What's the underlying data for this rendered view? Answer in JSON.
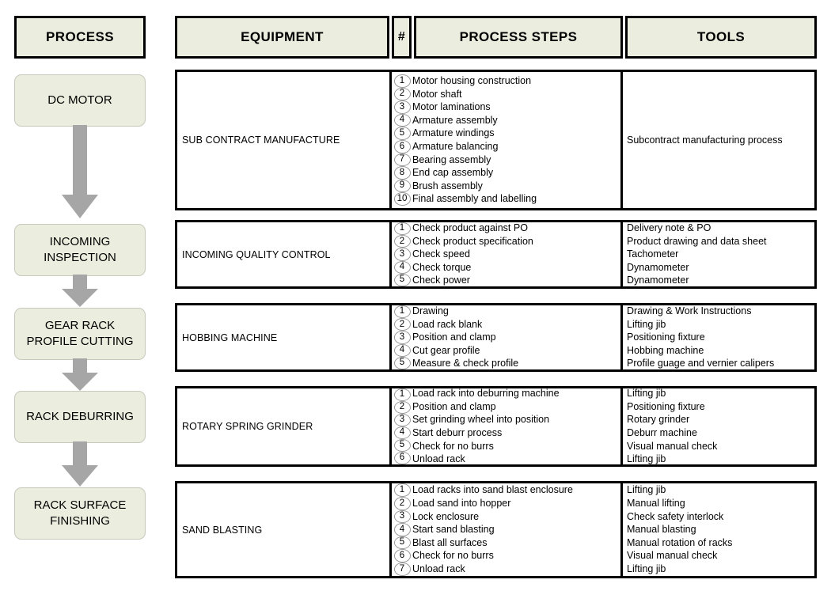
{
  "headers": {
    "process": "PROCESS",
    "equipment": "EQUIPMENT",
    "hash": "#",
    "process_steps": "PROCESS STEPS",
    "tools": "TOOLS"
  },
  "colors": {
    "header_fill": "#EBEEDE",
    "box_fill": "#EBEEDE",
    "box_border": "#C6C9BC",
    "arrow_fill": "#A6A6A6",
    "table_border": "#000000",
    "circle_border": "#9A9A9A"
  },
  "process_flow": {
    "boxes": [
      {
        "label": "DC MOTOR"
      },
      {
        "label": "INCOMING\nINSPECTION"
      },
      {
        "label": "GEAR RACK\nPROFILE CUTTING"
      },
      {
        "label": "RACK DEBURRING"
      },
      {
        "label": "RACK SURFACE\nFINISHING"
      }
    ],
    "arrow_count": 4,
    "arrow_icon": "down-block-arrow-icon"
  },
  "rows": [
    {
      "equipment": "SUB CONTRACT MANUFACTURE",
      "steps": [
        {
          "n": "1",
          "text": "Motor housing construction"
        },
        {
          "n": "2",
          "text": "Motor shaft"
        },
        {
          "n": "3",
          "text": "Motor laminations"
        },
        {
          "n": "4",
          "text": "Armature assembly"
        },
        {
          "n": "5",
          "text": "Armature windings"
        },
        {
          "n": "6",
          "text": "Armature balancing"
        },
        {
          "n": "7",
          "text": "Bearing assembly"
        },
        {
          "n": "8",
          "text": "End cap assembly"
        },
        {
          "n": "9",
          "text": "Brush assembly"
        },
        {
          "n": "10",
          "text": "Final assembly and labelling"
        }
      ],
      "tools": [
        "Subcontract manufacturing process"
      ],
      "tools_centered": true
    },
    {
      "equipment": "INCOMING QUALITY CONTROL",
      "steps": [
        {
          "n": "1",
          "text": "Check product against PO"
        },
        {
          "n": "2",
          "text": "Check product specification"
        },
        {
          "n": "3",
          "text": "Check speed"
        },
        {
          "n": "4",
          "text": "Check torque"
        },
        {
          "n": "5",
          "text": "Check power"
        }
      ],
      "tools": [
        "Delivery note & PO",
        "Product drawing and data sheet",
        "Tachometer",
        "Dynamometer",
        "Dynamometer"
      ],
      "tools_centered": false
    },
    {
      "equipment": "HOBBING MACHINE",
      "steps": [
        {
          "n": "1",
          "text": "Drawing"
        },
        {
          "n": "2",
          "text": "Load rack blank"
        },
        {
          "n": "3",
          "text": "Position and clamp"
        },
        {
          "n": "4",
          "text": "Cut gear profile"
        },
        {
          "n": "5",
          "text": "Measure & check profile"
        }
      ],
      "tools": [
        "Drawing & Work Instructions",
        "Lifting jib",
        "Positioning fixture",
        "Hobbing machine",
        "Profile guage and vernier calipers"
      ],
      "tools_centered": false
    },
    {
      "equipment": "ROTARY SPRING GRINDER",
      "steps": [
        {
          "n": "1",
          "text": "Load rack into deburring machine"
        },
        {
          "n": "2",
          "text": "Position and clamp"
        },
        {
          "n": "3",
          "text": "Set grinding wheel into position"
        },
        {
          "n": "4",
          "text": "Start deburr process"
        },
        {
          "n": "5",
          "text": "Check for no burrs"
        },
        {
          "n": "6",
          "text": "Unload rack"
        }
      ],
      "tools": [
        "Lifting jib",
        "Positioning fixture",
        "Rotary grinder",
        "Deburr machine",
        "Visual manual check",
        "Lifting jib"
      ],
      "tools_centered": false
    },
    {
      "equipment": "SAND BLASTING",
      "steps": [
        {
          "n": "1",
          "text": "Load racks into sand blast enclosure"
        },
        {
          "n": "2",
          "text": "Load sand into hopper"
        },
        {
          "n": "3",
          "text": "Lock enclosure"
        },
        {
          "n": "4",
          "text": "Start sand blasting"
        },
        {
          "n": "5",
          "text": "Blast all surfaces"
        },
        {
          "n": "6",
          "text": "Check for no burrs"
        },
        {
          "n": "7",
          "text": "Unload rack"
        }
      ],
      "tools": [
        "Lifting jib",
        "Manual lifting",
        "Check safety interlock",
        "Manual blasting",
        "Manual rotation of racks",
        "Visual manual check",
        "Lifting jib"
      ],
      "tools_centered": false
    }
  ]
}
